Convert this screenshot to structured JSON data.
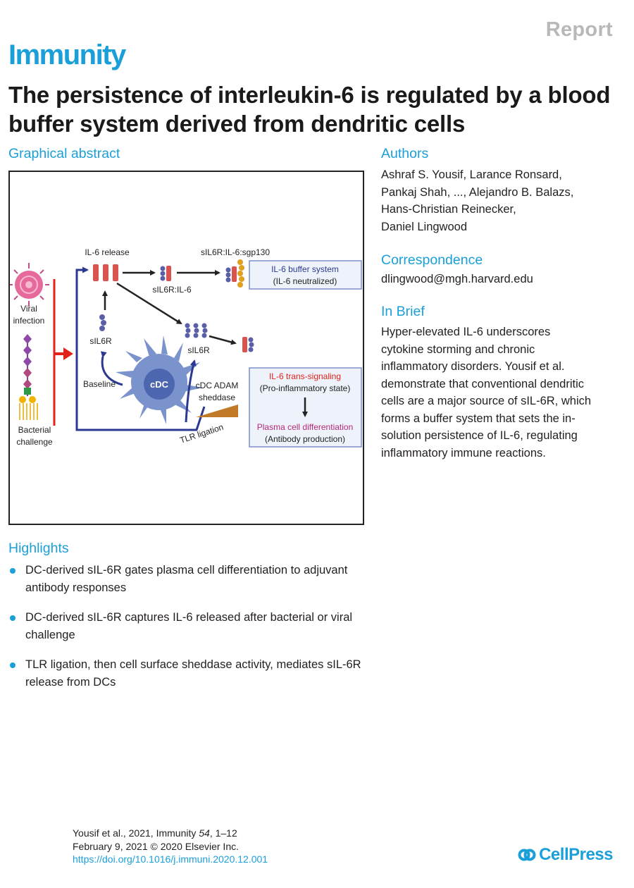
{
  "header": {
    "article_type": "Report",
    "journal": "Immunity",
    "title": "The persistence of interleukin-6 is regulated by a blood buffer system derived from dendritic cells"
  },
  "graphical_abstract": {
    "heading": "Graphical abstract",
    "labels": {
      "il6_release": "IL-6 release",
      "complex_gp130": "sIL6R:IL-6:sgp130",
      "complex": "sIL6R:IL-6",
      "buffer_title": "IL-6 buffer system",
      "buffer_sub": "(IL-6 neutralized)",
      "viral_1": "Viral",
      "viral_2": "infection",
      "bacterial_1": "Bacterial",
      "bacterial_2": "challenge",
      "sil6r_left": "sIL6R",
      "sil6r_right": "sIL6R",
      "baseline": "Baseline",
      "cdc": "cDC",
      "adam_1": "cDC ADAM",
      "adam_2": "sheddase",
      "tlr": "TLR ligation",
      "trans_title": "IL-6 trans-signaling",
      "trans_sub": "(Pro-inflammatory state)",
      "plasma_title": "Plasma cell differentiation",
      "plasma_sub": "(Antibody production)"
    }
  },
  "authors": {
    "heading": "Authors",
    "lines": [
      "Ashraf S. Yousif, Larance Ronsard,",
      "Pankaj Shah, ..., Alejandro B. Balazs,",
      "Hans-Christian Reinecker,",
      "Daniel Lingwood"
    ]
  },
  "correspondence": {
    "heading": "Correspondence",
    "email": "dlingwood@mgh.harvard.edu"
  },
  "in_brief": {
    "heading": "In Brief",
    "lines": [
      "Hyper-elevated IL-6 underscores",
      "cytokine storming and chronic",
      "inflammatory disorders. Yousif et al.",
      "demonstrate that conventional dendritic",
      "cells are a major source of sIL-6R, which",
      "forms a buffer system that sets the in-",
      "solution persistence of IL-6, regulating",
      "inflammatory immune reactions."
    ]
  },
  "highlights": {
    "heading": "Highlights",
    "items": [
      "DC-derived sIL-6R gates plasma cell differentiation to adjuvant antibody responses",
      "DC-derived sIL-6R captures IL-6 released after bacterial or viral challenge",
      "TLR ligation, then cell surface sheddase activity, mediates sIL-6R release from DCs"
    ]
  },
  "citation": {
    "prefix": "Yousif et al., 2021, Immunity ",
    "volume": "54",
    "pages": ", 1–12",
    "date_line": "February 9, 2021 © 2020 Elsevier Inc.",
    "doi": "https://doi.org/10.1016/j.immuni.2020.12.001"
  },
  "publisher": "CellPress",
  "colors": {
    "accent": "#1a9fd8",
    "navy": "#2b3990",
    "red": "#e2231a",
    "receptor": "#5a5fa8",
    "il6": "#d9534f",
    "cell": "#7b93cc"
  }
}
